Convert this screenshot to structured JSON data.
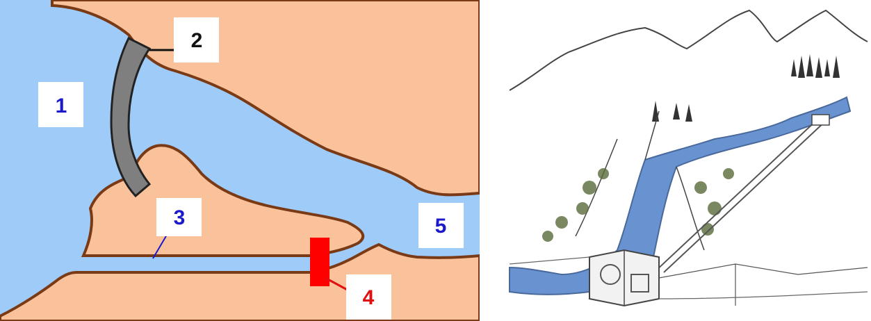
{
  "diagram": {
    "labels": [
      {
        "id": "1",
        "text": "1",
        "color": "#1a1acc"
      },
      {
        "id": "2",
        "text": "2",
        "color": "#111111"
      },
      {
        "id": "3",
        "text": "3",
        "color": "#1a1acc"
      },
      {
        "id": "4",
        "text": "4",
        "color": "#e01010"
      },
      {
        "id": "5",
        "text": "5",
        "color": "#1a1acc"
      }
    ],
    "colors": {
      "water": "#9fcbf9",
      "land": "#f9c29a",
      "shore": "#7a3a16",
      "dam": "#7f7f7f",
      "turbine": "#ff0000"
    }
  },
  "illustration": {
    "subject": "hydroelectric-plant-sketch"
  }
}
